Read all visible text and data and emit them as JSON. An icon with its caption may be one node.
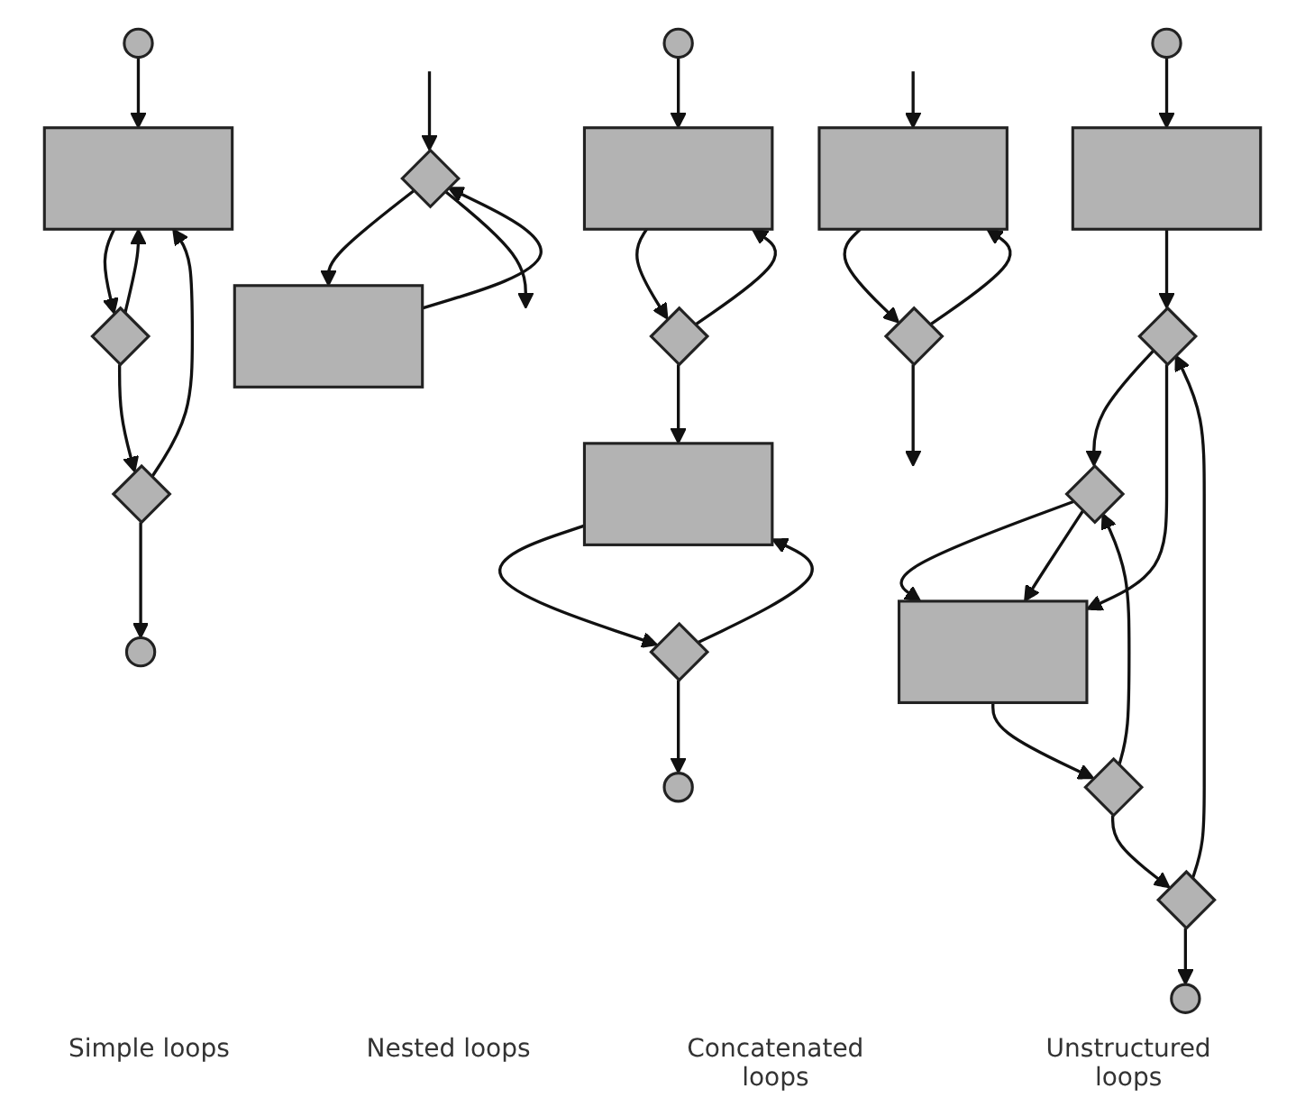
{
  "diagram": {
    "nodes": [
      {
        "text": [],
        "shape": "diamond"
      },
      {
        "text": [],
        "shape": "box"
      },
      {
        "text": [],
        "shape": "box"
      },
      {
        "text": [],
        "shape": "diamond"
      },
      {
        "text": [],
        "shape": "circle"
      },
      {
        "text": [],
        "shape": "box"
      },
      {
        "text": [],
        "shape": "diamond"
      },
      {
        "text": [],
        "shape": "diamond"
      },
      {
        "text": [],
        "shape": "circle"
      },
      {
        "text": [],
        "shape": "circle"
      },
      {
        "text": [],
        "shape": "box"
      },
      {
        "text": [],
        "shape": "diamond"
      },
      {
        "text": [],
        "shape": "box"
      },
      {
        "text": [],
        "shape": "diamond"
      },
      {
        "text": [],
        "shape": "circle"
      },
      {
        "text": [],
        "shape": "circle"
      },
      {
        "text": [],
        "shape": "box"
      },
      {
        "text": [],
        "shape": "diamond"
      },
      {
        "text": [],
        "shape": "diamond"
      },
      {
        "text": [],
        "shape": "box"
      },
      {
        "text": [],
        "shape": "diamond"
      },
      {
        "text": [],
        "shape": "diamond"
      },
      {
        "text": [],
        "shape": "circle"
      }
    ],
    "edges": [
      {
        "from": null,
        "to": 0,
        "arrow": "to"
      },
      {
        "from": 0,
        "to": 1,
        "arrow": "to"
      },
      {
        "from": 1,
        "to": 0,
        "arrow": "to"
      },
      {
        "from": 0,
        "to": null,
        "arrow": "to"
      },
      {
        "from": null,
        "to": 2,
        "arrow": "to"
      },
      {
        "from": 2,
        "to": 3,
        "arrow": "to"
      },
      {
        "from": 3,
        "to": 2,
        "arrow": "to"
      },
      {
        "from": 3,
        "to": null,
        "arrow": "to"
      },
      {
        "from": 4,
        "to": 5,
        "arrow": "to"
      },
      {
        "from": 5,
        "to": 6,
        "arrow": "to"
      },
      {
        "from": 6,
        "to": 5,
        "arrow": "to"
      },
      {
        "from": 6,
        "to": 7,
        "arrow": "to"
      },
      {
        "from": 7,
        "to": 5,
        "arrow": "to"
      },
      {
        "from": 7,
        "to": 8,
        "arrow": "to"
      },
      {
        "from": 9,
        "to": 10,
        "arrow": "to"
      },
      {
        "from": 10,
        "to": 11,
        "arrow": "to"
      },
      {
        "from": 11,
        "to": 10,
        "arrow": "to"
      },
      {
        "from": 11,
        "to": 12,
        "arrow": "to"
      },
      {
        "from": 12,
        "to": 13,
        "arrow": "to"
      },
      {
        "from": 13,
        "to": 12,
        "arrow": "to"
      },
      {
        "from": 13,
        "to": 14,
        "arrow": "to"
      },
      {
        "from": 15,
        "to": 16,
        "arrow": "to"
      },
      {
        "from": 16,
        "to": 17,
        "arrow": "to"
      },
      {
        "from": 17,
        "to": 18,
        "arrow": "to"
      },
      {
        "from": 17,
        "to": 19,
        "arrow": "to"
      },
      {
        "from": 18,
        "to": 19,
        "arrow": "to"
      },
      {
        "from": 18,
        "to": 19,
        "arrow": "to"
      },
      {
        "from": 19,
        "to": 20,
        "arrow": "to"
      },
      {
        "from": 20,
        "to": 18,
        "arrow": "to"
      },
      {
        "from": 20,
        "to": 21,
        "arrow": "to"
      },
      {
        "from": 21,
        "to": 17,
        "arrow": "to"
      },
      {
        "from": 21,
        "to": 22,
        "arrow": "to"
      }
    ],
    "labels": [
      "Simple loops",
      "Nested loops",
      "Concatenated loops",
      "Unstructured loops"
    ]
  }
}
